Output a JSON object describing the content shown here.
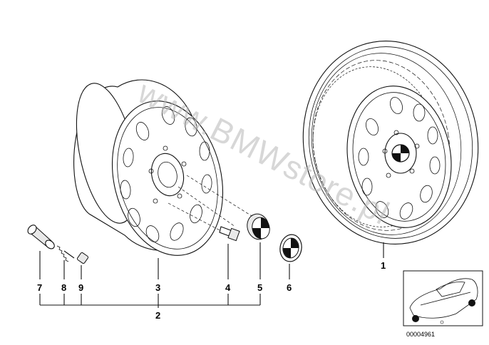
{
  "callouts": {
    "c1": "1",
    "c2": "2",
    "c3": "3",
    "c4": "4",
    "c5": "5",
    "c6": "6",
    "c7": "7",
    "c8": "8",
    "c9": "9"
  },
  "watermark": "www.BMWstore.pl",
  "reference_number": "00004961",
  "colors": {
    "line": "#111111",
    "watermark": "#b8b8b8",
    "background": "#ffffff"
  }
}
